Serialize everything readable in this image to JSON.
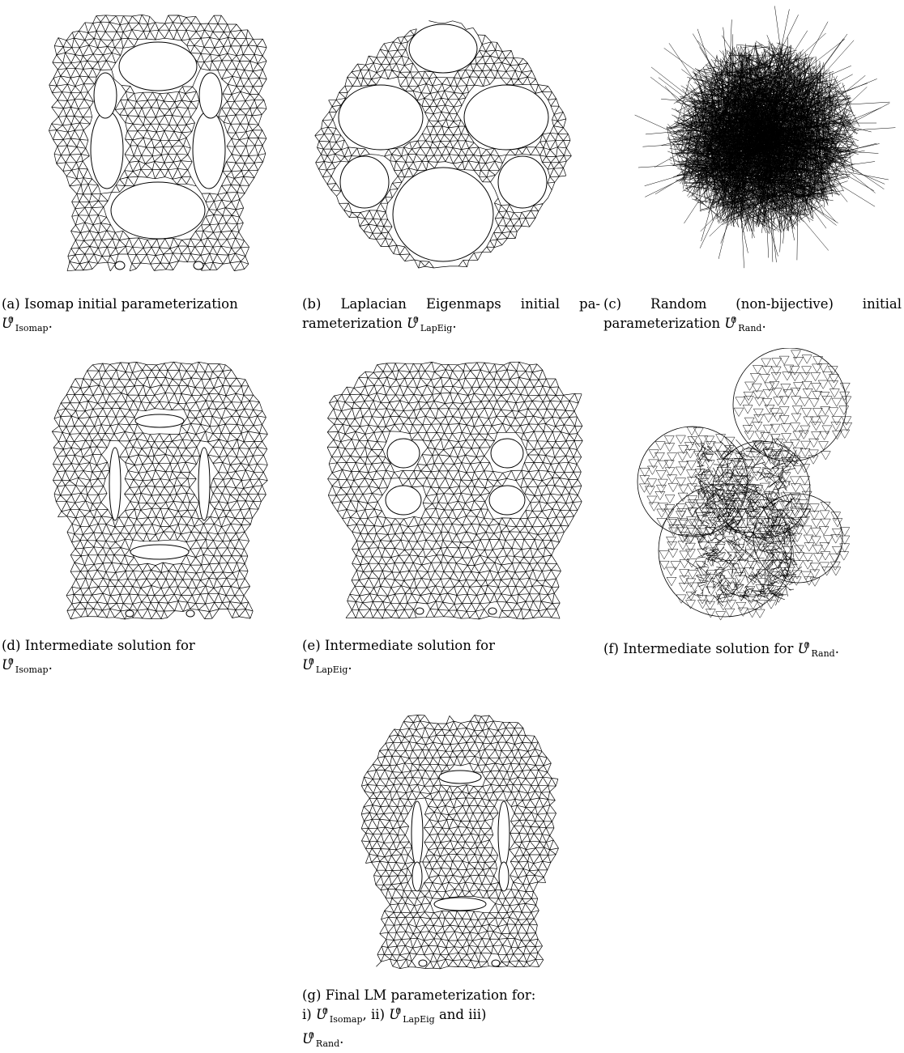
{
  "panels": [
    {
      "id": "a",
      "label": "(a)",
      "text": "Isomap initial parameterization",
      "math": "U",
      "sup": "0",
      "sub": "Isomap",
      "tail": "."
    },
    {
      "id": "b",
      "label": "(b)",
      "text": "Laplacian Eigenmaps initial pa-rameterization",
      "math": "U",
      "sup": "0",
      "sub": "LapEig",
      "tail": "."
    },
    {
      "id": "c",
      "label": "(c)",
      "text": "Random (non-bijective) initial parameterization",
      "math": "U",
      "sup": "0",
      "sub": "Rand",
      "tail": "."
    },
    {
      "id": "d",
      "label": "(d)",
      "text": "Intermediate solution for",
      "math": "U",
      "sup": "0",
      "sub": "Isomap",
      "tail": "."
    },
    {
      "id": "e",
      "label": "(e)",
      "text": "Intermediate solution for",
      "math": "U",
      "sup": "0",
      "sub": "LapEig",
      "tail": "."
    },
    {
      "id": "f",
      "label": "(f)",
      "text": "Intermediate solution for",
      "math": "U",
      "sup": "0",
      "sub": "Rand",
      "tail": "."
    },
    {
      "id": "g",
      "label": "(g)",
      "text": "Final LM parameterization for:",
      "items": [
        {
          "num": "i)",
          "math": "U",
          "sup": "0",
          "sub": "Isomap",
          "tail": ","
        },
        {
          "num": "ii)",
          "math": "U",
          "sup": "0",
          "sub": "LapEig",
          "tail": "and"
        },
        {
          "num": "iii)",
          "math": "U",
          "sup": "0",
          "sub": "Rand",
          "tail": "."
        }
      ]
    }
  ]
}
